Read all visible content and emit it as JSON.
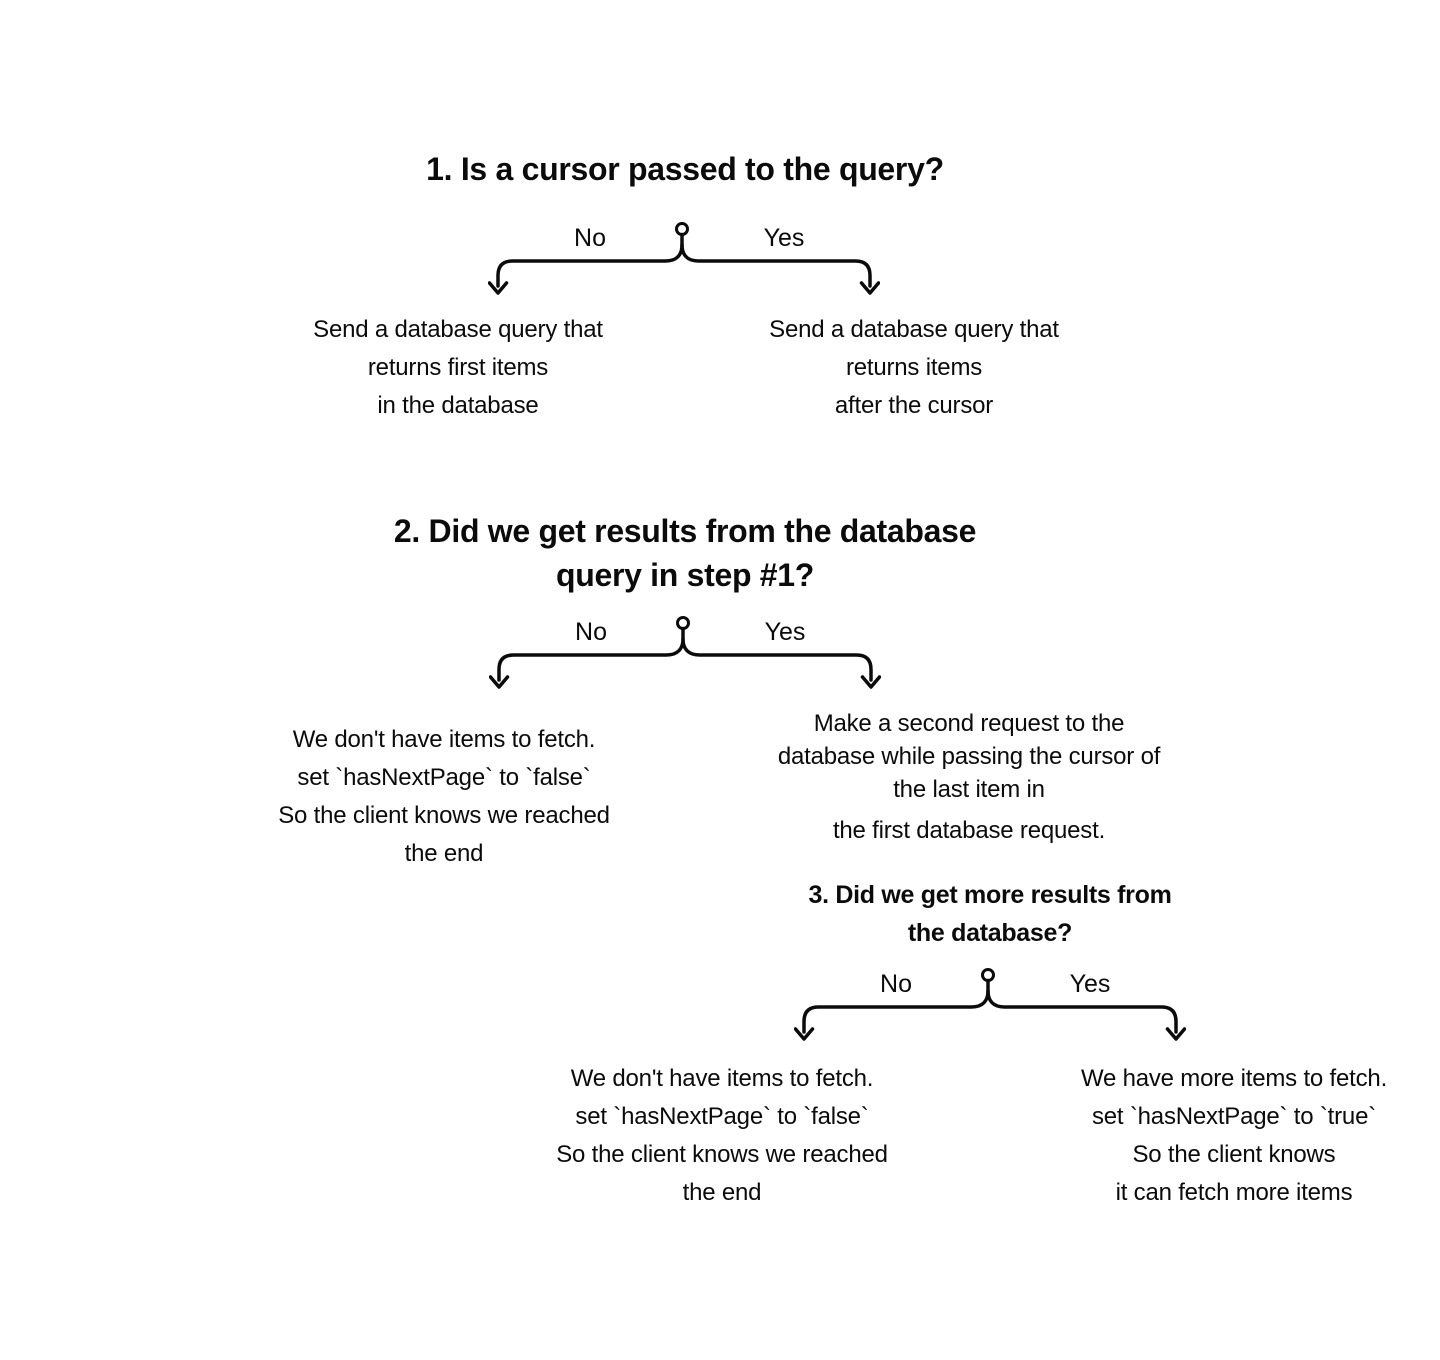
{
  "page": {
    "background": "#ffffff",
    "ink": "#0b0b0b",
    "no_label": "No",
    "yes_label": "Yes"
  },
  "steps": [
    {
      "question_lines": [
        "1. Is a cursor passed to the query?"
      ],
      "no_label": "No",
      "yes_label": "Yes",
      "no_outcome_lines": [
        "Send a database query that",
        "returns first items",
        "in the database"
      ],
      "yes_outcome_lines": [
        "Send a database query that",
        "returns items",
        "after the cursor"
      ]
    },
    {
      "question_lines": [
        "2. Did we get results from the database",
        "query in step #1?"
      ],
      "no_label": "No",
      "yes_label": "Yes",
      "no_outcome_lines": [
        "We don't have items to fetch.",
        "set `hasNextPage` to `false`",
        "So the client knows we reached",
        "the end"
      ],
      "yes_outcome_lines": [
        "Make a second request to the",
        "database while passing the cursor of",
        "the last item in",
        "the first database request."
      ]
    },
    {
      "question_lines": [
        "3. Did we get more results from",
        "the database?"
      ],
      "no_label": "No",
      "yes_label": "Yes",
      "no_outcome_lines": [
        "We don't have items to fetch.",
        "set `hasNextPage` to `false`",
        "So the client knows we reached",
        "the end"
      ],
      "yes_outcome_lines": [
        "We have more items to fetch.",
        "set `hasNextPage` to `true`",
        "So the client knows",
        "it can fetch more items"
      ]
    }
  ]
}
